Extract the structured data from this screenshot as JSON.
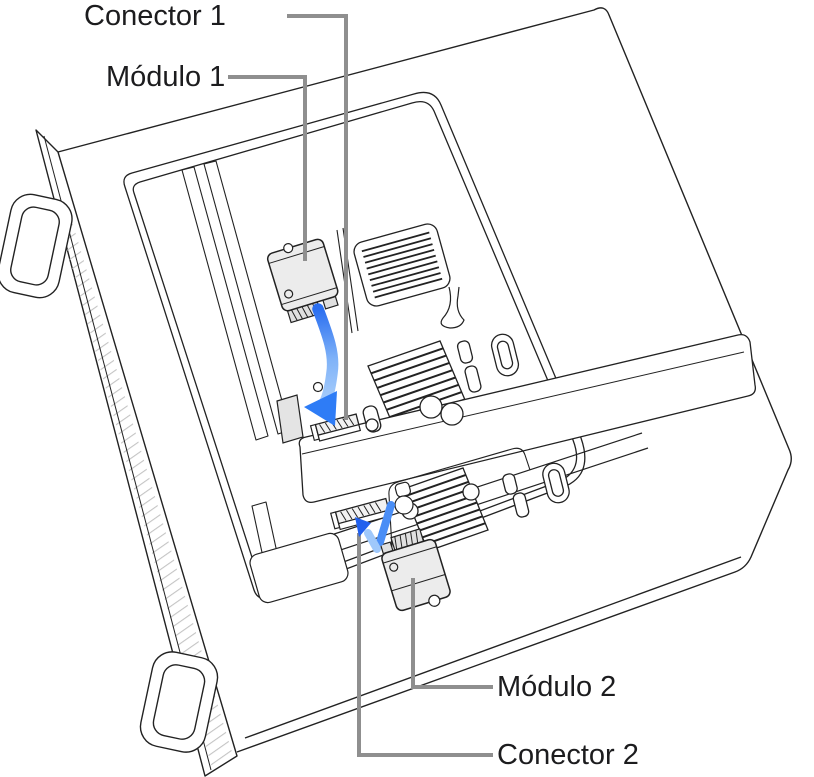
{
  "figure": {
    "type": "technical-illustration",
    "subject": "Mac Pro lying on its side with SSD modules being installed into connectors",
    "labels": {
      "connector1": "Conector 1",
      "module1": "Módulo 1",
      "module2": "Módulo 2",
      "connector2": "Conector 2"
    },
    "colors": {
      "background": "#ffffff",
      "line_art": "#222222",
      "hatch": "#c4c4c4",
      "leader_line": "#8f8f8f",
      "label_text": "#1c1c1e",
      "module_fill": "#ececec",
      "tab_fill": "#e0e0e0",
      "arrow_dark_blue": "#2a6ef0",
      "arrow_mid_blue": "#2e7cf6",
      "arrow_light_blue": "#9fc8fb"
    }
  }
}
